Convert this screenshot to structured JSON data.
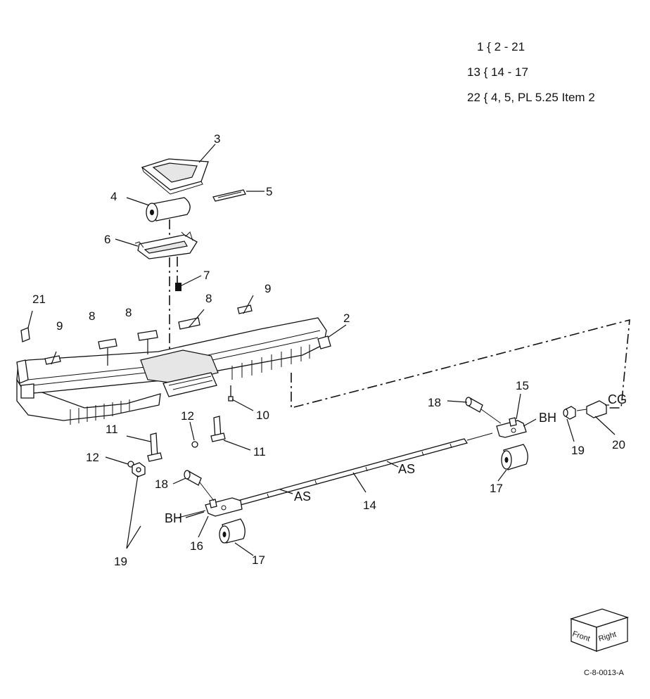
{
  "legend": [
    "1 { 2 - 21",
    "13 { 14 - 17",
    "22 { 4, 5, PL 5.25 Item 2"
  ],
  "callouts": {
    "c2": "2",
    "c3": "3",
    "c4": "4",
    "c5": "5",
    "c6": "6",
    "c7": "7",
    "c8a": "8",
    "c8b": "8",
    "c8c": "8",
    "c9a": "9",
    "c9b": "9",
    "c10": "10",
    "c11a": "11",
    "c11b": "11",
    "c12a": "12",
    "c12b": "12",
    "c14": "14",
    "c15": "15",
    "c16": "16",
    "c17a": "17",
    "c17b": "17",
    "c18a": "18",
    "c18b": "18",
    "c19a": "19",
    "c19b": "19",
    "c20": "20",
    "c21": "21"
  },
  "tags": {
    "bh_right": "BH",
    "bh_left": "BH",
    "cg": "CG",
    "as_right": "AS",
    "as_left": "AS"
  },
  "orientation_cube": {
    "front": "Front",
    "right": "Right"
  },
  "figure_ref": "C-8-0013-A"
}
